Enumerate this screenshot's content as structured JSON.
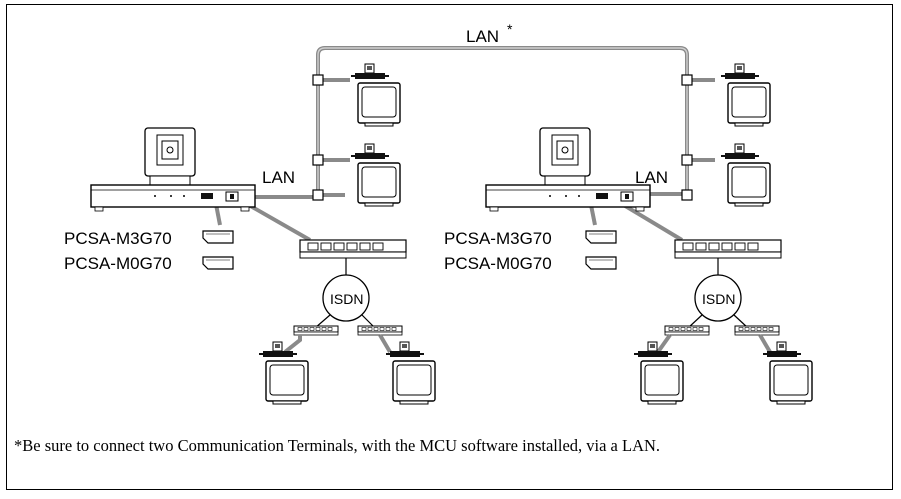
{
  "labels": {
    "lan_top": "LAN",
    "lan_top_star": "*",
    "lan_left": "LAN",
    "lan_right": "LAN",
    "isdn_left": "ISDN",
    "isdn_right": "ISDN",
    "card1_left": "PCSA-M3G70",
    "card2_left": "PCSA-M0G70",
    "card1_right": "PCSA-M3G70",
    "card2_right": "PCSA-M0G70"
  },
  "footnote": "*Be sure to connect two Communication Terminals, with the MCU software installed, via a LAN.",
  "colors": {
    "cable": "#8a8a8a",
    "cable_inner": "#cfcfcf",
    "border": "#000000"
  }
}
